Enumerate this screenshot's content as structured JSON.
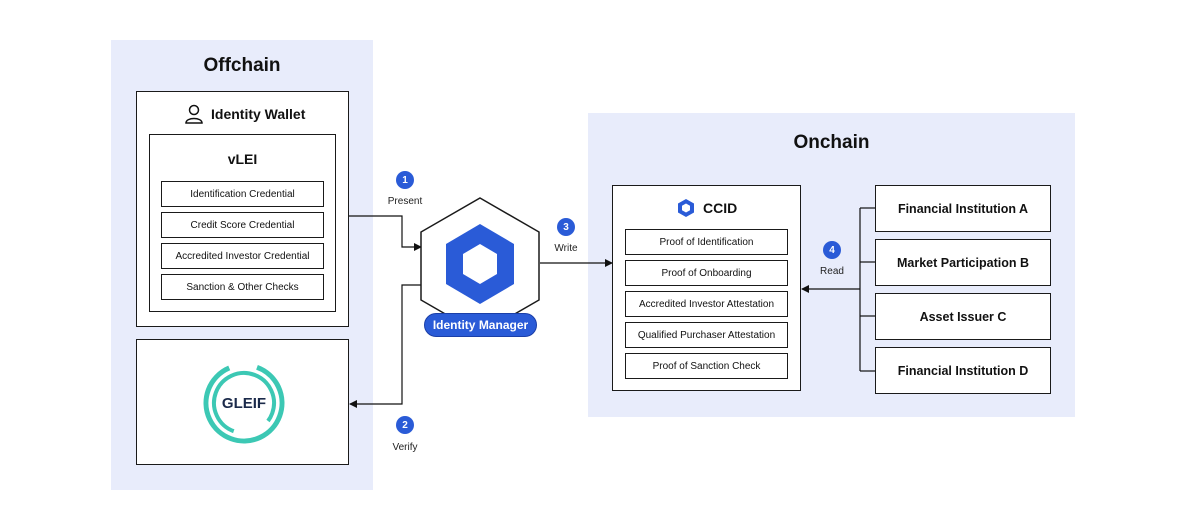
{
  "offchain": {
    "title": "Offchain",
    "wallet": {
      "title": "Identity Wallet",
      "icon": "user-icon",
      "vlei": {
        "title": "vLEI",
        "credentials": [
          "Identification Credential",
          "Credit Score Credential",
          "Accredited Investor Credential",
          "Sanction & Other Checks"
        ]
      }
    },
    "gleif": {
      "label": "GLEIF",
      "color": "#3cc8b4"
    }
  },
  "identity_manager": {
    "label": "Identity Manager",
    "color": "#2a5bd7"
  },
  "steps": [
    {
      "number": "1",
      "label": "Present"
    },
    {
      "number": "2",
      "label": "Verify"
    },
    {
      "number": "3",
      "label": "Write"
    },
    {
      "number": "4",
      "label": "Read"
    }
  ],
  "onchain": {
    "title": "Onchain",
    "ccid": {
      "title": "CCID",
      "icon": "hexagon-icon",
      "items": [
        "Proof of Identification",
        "Proof of Onboarding",
        "Accredited Investor Attestation",
        "Qualified Purchaser Attestation",
        "Proof of Sanction Check"
      ]
    },
    "institutions": [
      "Financial Institution A",
      "Market Participation B",
      "Asset Issuer C",
      "Financial Institution D"
    ]
  },
  "colors": {
    "accent": "#2a5bd7",
    "region_bg": "#e8ecfb",
    "gleif": "#3cc8b4"
  }
}
